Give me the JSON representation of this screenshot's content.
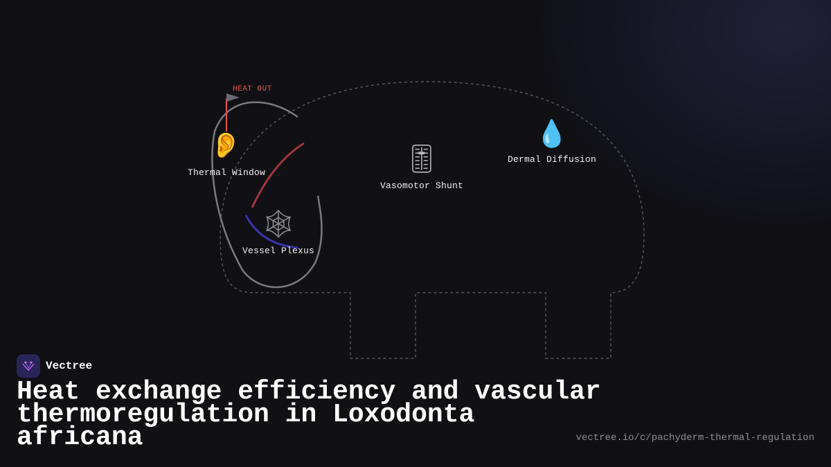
{
  "diagram": {
    "heat_label": "HEAT OUT",
    "nodes": [
      {
        "name": "thermal-window",
        "icon": "ear-icon",
        "glyph": "👂",
        "label": "Thermal Window"
      },
      {
        "name": "vessel-plexus",
        "icon": "web-icon",
        "glyph": "🕸",
        "label": "Vessel Plexus"
      },
      {
        "name": "vasomotor-shunt",
        "icon": "slider-icon",
        "glyph": "🎚",
        "label": "Vasomotor Shunt"
      },
      {
        "name": "dermal-diffusion",
        "icon": "droplet-icon",
        "glyph": "💧",
        "label": "Dermal Diffusion"
      }
    ],
    "colors": {
      "outline": "#55555e",
      "ear": "#7a7a80",
      "arterial": "#a2363a",
      "venous": "#3a33a8",
      "heat": "#e8554f"
    }
  },
  "brand": {
    "name": "Vectree",
    "logo_icon": "vectree-logo-icon"
  },
  "title": "Heat exchange efficiency and vascular thermoregulation in Loxodonta africana",
  "url": "vectree.io/c/pachyderm-thermal-regulation"
}
